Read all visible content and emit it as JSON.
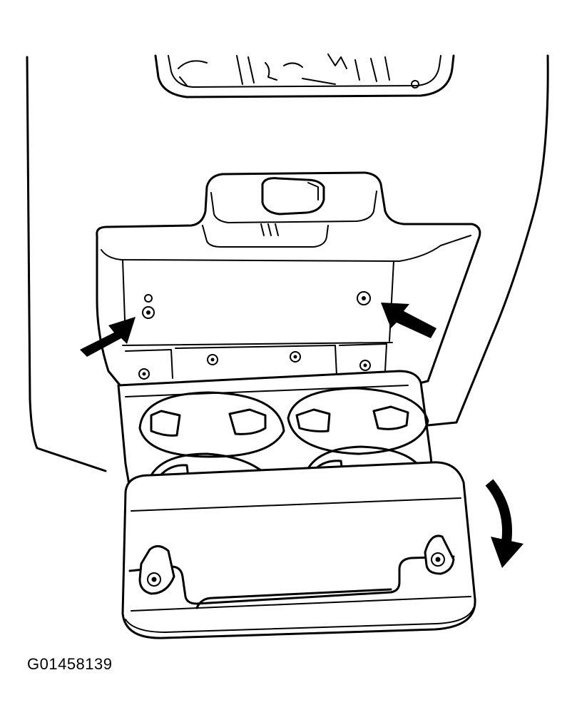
{
  "figure": {
    "id_label": "G01458139"
  },
  "icons": {
    "left_arrow": "arrow-pointing-to-fastener",
    "right_arrow": "arrow-pointing-to-fastener",
    "rotation_arrow": "curved-arrow-rotate-down"
  }
}
